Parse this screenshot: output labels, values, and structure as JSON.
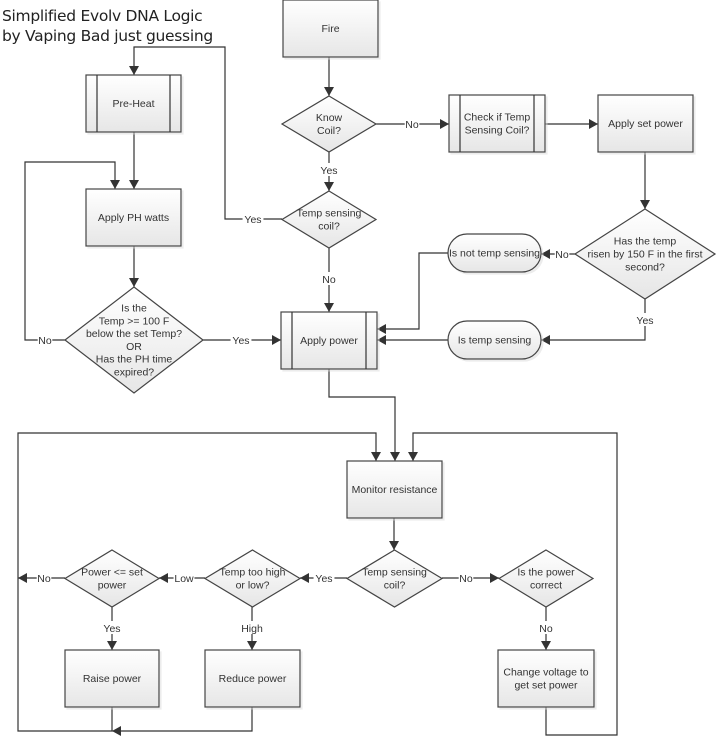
{
  "title": {
    "line1": "Simplified Evolv DNA Logic",
    "line2": "by Vaping Bad just guessing"
  },
  "nodes": {
    "fire": {
      "type": "process",
      "lines": [
        "Fire"
      ]
    },
    "know_coil": {
      "type": "decision",
      "lines": [
        "Know",
        "Coil?"
      ]
    },
    "check_temp_sensing": {
      "type": "subprocess",
      "lines": [
        "Check if Temp",
        "Sensing Coil?"
      ]
    },
    "apply_set_power": {
      "type": "process",
      "lines": [
        "Apply set power"
      ]
    },
    "temp_sensing_coil_1": {
      "type": "decision",
      "lines": [
        "Temp sensing",
        "coil?"
      ]
    },
    "pre_heat": {
      "type": "subprocess",
      "lines": [
        "Pre-Heat"
      ]
    },
    "apply_ph_watts": {
      "type": "process",
      "lines": [
        "Apply PH watts"
      ]
    },
    "ph_check": {
      "type": "decision",
      "lines": [
        "Is the",
        "Temp >= 100 F",
        "below the set Temp?",
        "OR",
        "Has the PH time",
        "expired?"
      ]
    },
    "has_temp_risen": {
      "type": "decision",
      "lines": [
        "Has the temp",
        "risen by 150 F in the first",
        "second?"
      ]
    },
    "is_not_temp_sensing": {
      "type": "terminator",
      "lines": [
        "Is not temp sensing"
      ]
    },
    "is_temp_sensing": {
      "type": "terminator",
      "lines": [
        "Is temp sensing"
      ]
    },
    "apply_power": {
      "type": "subprocess",
      "lines": [
        "Apply power"
      ]
    },
    "monitor_resistance": {
      "type": "process",
      "lines": [
        "Monitor resistance"
      ]
    },
    "temp_sensing_coil_2": {
      "type": "decision",
      "lines": [
        "Temp sensing",
        "coil?"
      ]
    },
    "temp_too_high_low": {
      "type": "decision",
      "lines": [
        "Temp too high",
        "or low?"
      ]
    },
    "power_le_set": {
      "type": "decision",
      "lines": [
        "Power <= set",
        "power"
      ]
    },
    "is_power_correct": {
      "type": "decision",
      "lines": [
        "Is the power",
        "correct"
      ]
    },
    "raise_power": {
      "type": "process",
      "lines": [
        "Raise power"
      ]
    },
    "reduce_power": {
      "type": "process",
      "lines": [
        "Reduce power"
      ]
    },
    "change_voltage": {
      "type": "process",
      "lines": [
        "Change voltage to",
        "get set power"
      ]
    }
  },
  "edges": [
    {
      "from": "fire",
      "to": "know_coil",
      "label": ""
    },
    {
      "from": "know_coil",
      "to": "check_temp_sensing",
      "label": "No"
    },
    {
      "from": "check_temp_sensing",
      "to": "apply_set_power",
      "label": ""
    },
    {
      "from": "know_coil",
      "to": "temp_sensing_coil_1",
      "label": "Yes"
    },
    {
      "from": "temp_sensing_coil_1",
      "to": "pre_heat",
      "label": "Yes"
    },
    {
      "from": "temp_sensing_coil_1",
      "to": "apply_power",
      "label": "No"
    },
    {
      "from": "pre_heat",
      "to": "apply_ph_watts",
      "label": ""
    },
    {
      "from": "apply_ph_watts",
      "to": "ph_check",
      "label": ""
    },
    {
      "from": "ph_check",
      "to": "apply_ph_watts",
      "label": "No"
    },
    {
      "from": "ph_check",
      "to": "apply_power",
      "label": "Yes"
    },
    {
      "from": "apply_set_power",
      "to": "has_temp_risen",
      "label": ""
    },
    {
      "from": "has_temp_risen",
      "to": "is_not_temp_sensing",
      "label": "No"
    },
    {
      "from": "has_temp_risen",
      "to": "is_temp_sensing",
      "label": "Yes"
    },
    {
      "from": "is_not_temp_sensing",
      "to": "apply_power",
      "label": ""
    },
    {
      "from": "is_temp_sensing",
      "to": "apply_power",
      "label": ""
    },
    {
      "from": "apply_power",
      "to": "monitor_resistance",
      "label": ""
    },
    {
      "from": "monitor_resistance",
      "to": "temp_sensing_coil_2",
      "label": ""
    },
    {
      "from": "temp_sensing_coil_2",
      "to": "temp_too_high_low",
      "label": "Yes"
    },
    {
      "from": "temp_sensing_coil_2",
      "to": "is_power_correct",
      "label": "No"
    },
    {
      "from": "temp_too_high_low",
      "to": "power_le_set",
      "label": "Low"
    },
    {
      "from": "temp_too_high_low",
      "to": "reduce_power",
      "label": "High"
    },
    {
      "from": "power_le_set",
      "to": "raise_power",
      "label": "Yes"
    },
    {
      "from": "power_le_set",
      "to": "monitor_resistance",
      "label": "No"
    },
    {
      "from": "is_power_correct",
      "to": "change_voltage",
      "label": "No"
    },
    {
      "from": "raise_power",
      "to": "monitor_resistance",
      "label": ""
    },
    {
      "from": "reduce_power",
      "to": "monitor_resistance",
      "label": ""
    },
    {
      "from": "change_voltage",
      "to": "monitor_resistance",
      "label": ""
    }
  ]
}
